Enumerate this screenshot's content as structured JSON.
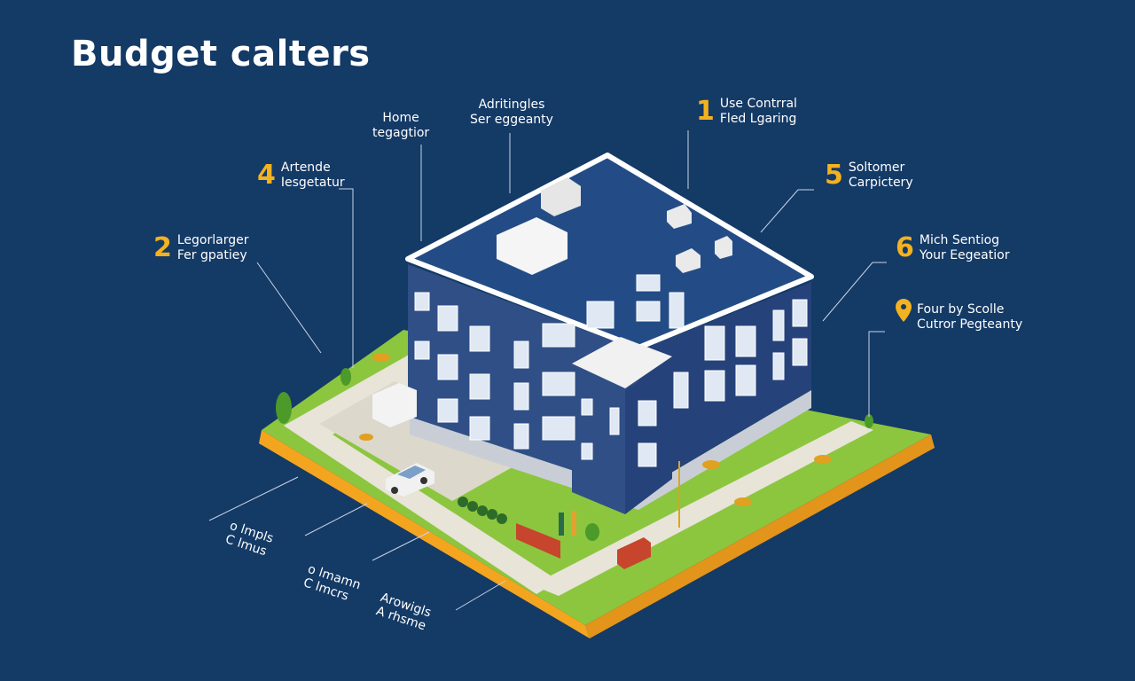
{
  "title": "Budget calters",
  "callouts": [
    {
      "id": "home",
      "number": "",
      "line1": "Home",
      "line2": "tegagtior"
    },
    {
      "id": "adritingles",
      "number": "",
      "line1": "Adritingles",
      "line2": "Ser eggeanty"
    },
    {
      "id": "c1",
      "number": "1",
      "line1": "Use Contrral",
      "line2": "Fled Lgaring"
    },
    {
      "id": "c4",
      "number": "4",
      "line1": "Artende",
      "line2": "Iesgetatur"
    },
    {
      "id": "c5",
      "number": "5",
      "line1": "Soltomer",
      "line2": "Carpictery"
    },
    {
      "id": "c2",
      "number": "2",
      "line1": "Legorlarger",
      "line2": "Fer gpatiey"
    },
    {
      "id": "c6",
      "number": "6",
      "line1": "Mich Sentiog",
      "line2": "Your Eegeatior"
    },
    {
      "id": "pin",
      "number": "",
      "line1": "Four by Scolle",
      "line2": "Cutror Pegteanty"
    }
  ],
  "bottom_notes": [
    {
      "line1": "o lmpls",
      "line2": "C lmus"
    },
    {
      "line1": "o lmamn",
      "line2": "C lmcrs"
    },
    {
      "line1": "Arowigls",
      "line2": "A rhsme"
    }
  ],
  "colors": {
    "background": "#143a66",
    "accent": "#f3b21f",
    "facade": "#2f4f86",
    "roof": "#234c86",
    "lawn": "#8cc63f",
    "base_edge": "#f3a51f"
  },
  "icons": {
    "pin": "location-pin-icon"
  }
}
